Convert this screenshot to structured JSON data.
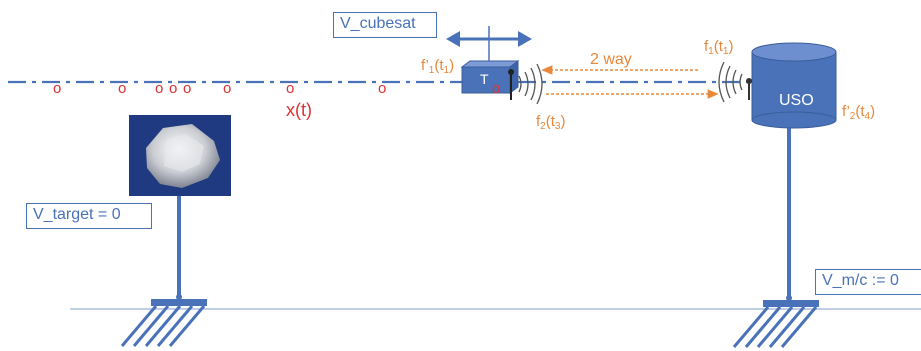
{
  "labels": {
    "v_cubesat": "V_cubesat",
    "v_target": "V_target = 0",
    "v_mc": "V_m/c := 0",
    "two_way": "2 way",
    "uso": "USO",
    "transponder": "T",
    "position_marker": "o",
    "xt": "x(t)"
  },
  "freq_labels": {
    "f1": {
      "main": "f",
      "sub1": "1",
      "paren_open": "(t",
      "sub2": "1",
      "paren_close": ")"
    },
    "f1p": {
      "main": "f’",
      "sub1": "1",
      "paren_open": "(t",
      "sub2": "1",
      "paren_close": ")"
    },
    "f2": {
      "main": "f",
      "sub1": "2",
      "paren_open": "(t",
      "sub2": "3",
      "paren_close": ")"
    },
    "f2p": {
      "main": "f’",
      "sub1": "2",
      "paren_open": "(t",
      "sub2": "4",
      "paren_close": ")"
    }
  },
  "colors": {
    "blue": "#4a72b8",
    "orange": "#e8883a",
    "red": "#e03030",
    "ground": "#9bb0d8",
    "target_bg": "#1f3a80"
  }
}
